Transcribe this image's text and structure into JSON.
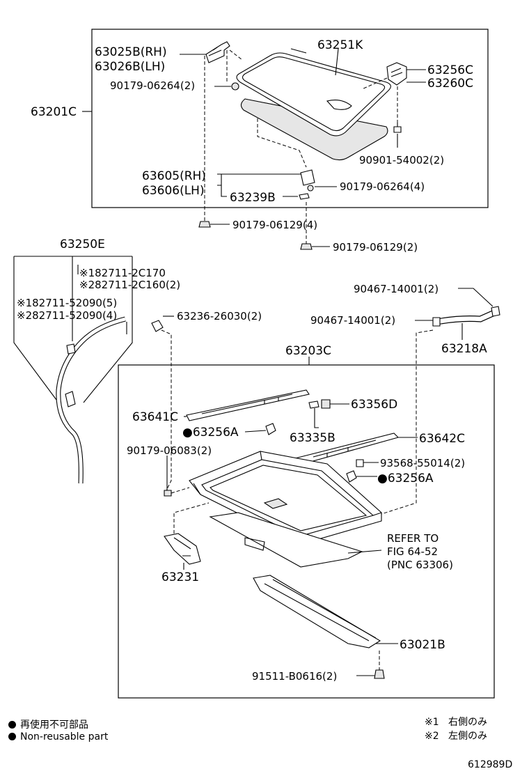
{
  "labels": {
    "p63025B": "63025B(RH)",
    "p63026B": "63026B(LH)",
    "p63251K": "63251K",
    "p63256C": "63256C",
    "p63260C": "63260C",
    "p90179_06264_2": "90179-06264(2)",
    "p63201C": "63201C",
    "p90901": "90901-54002(2)",
    "p63605": "63605(RH)",
    "p63606": "63606(LH)",
    "p90179_06264_4": "90179-06264(4)",
    "p63239B": "63239B",
    "p90179_06129_4": "90179-06129(4)",
    "p90179_06129_2": "90179-06129(2)",
    "p63250E": "63250E",
    "p82711_2C170": "※182711-2C170",
    "p82711_2C160": "※282711-2C160(2)",
    "p82711_52090_5": "※182711-52090(5)",
    "p82711_52090_4": "※282711-52090(4)",
    "p63236": "63236-26030(2)",
    "p90467_a": "90467-14001(2)",
    "p90467_b": "90467-14001(2)",
    "p63218A": "63218A",
    "p63203C": "63203C",
    "p63641C": "63641C",
    "p63356D": "63356D",
    "p63256A_1": "●63256A",
    "p63335B": "63335B",
    "p63642C": "63642C",
    "p90179_06083": "90179-06083(2)",
    "p93568": "93568-55014(2)",
    "p63256A_2": "●63256A",
    "refer1": "REFER TO",
    "refer2": "FIG 64-52",
    "refer3": "(PNC 63306)",
    "p63231": "63231",
    "p63021B": "63021B",
    "p91511": "91511-B0616(2)"
  },
  "legend": {
    "non_reusable_jp": "再使用不可部品",
    "non_reusable_en": "Non-reusable part",
    "note1_mark": "※1",
    "note1_text": "右側のみ",
    "note2_mark": "※2",
    "note2_text": "左側のみ"
  },
  "figure_id": "612989D"
}
